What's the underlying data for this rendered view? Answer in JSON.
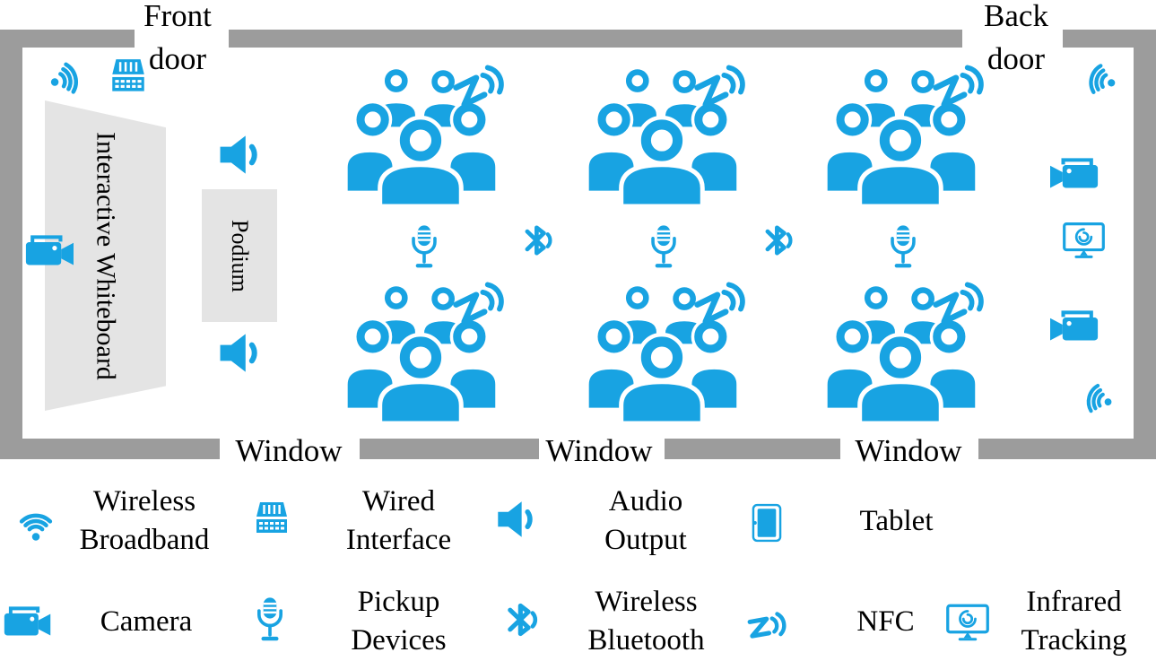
{
  "colors": {
    "accent": "#18a3e2",
    "wall": "#9c9c9c",
    "panel": "#e4e4e4",
    "text": "#000000"
  },
  "room": {
    "front_door_label": "Front door",
    "back_door_label": "Back door",
    "whiteboard_label": "Interactive Whiteboard",
    "podium_label": "Podium",
    "window_labels": [
      "Window",
      "Window",
      "Window"
    ],
    "audience_groups": 6,
    "devices": {
      "wireless_broadband": 3,
      "wired_interface": 1,
      "audio_output_speakers": 2,
      "cameras": 3,
      "pickup_microphones": 3,
      "wireless_bluetooth": 2,
      "infrared_tracking": 1,
      "nfc": 6
    }
  },
  "legend": {
    "rows": [
      [
        {
          "icon": "wifi-icon",
          "label": "Wireless Broadband"
        },
        {
          "icon": "wired-interface-icon",
          "label": "Wired Interface"
        },
        {
          "icon": "speaker-icon",
          "label": "Audio Output"
        },
        {
          "icon": "tablet-icon",
          "label": "Tablet"
        }
      ],
      [
        {
          "icon": "camera-icon",
          "label": "Camera"
        },
        {
          "icon": "microphone-icon",
          "label": "Pickup Devices"
        },
        {
          "icon": "bluetooth-icon",
          "label": "Wireless Bluetooth"
        },
        {
          "icon": "nfc-icon",
          "label": "NFC"
        },
        {
          "icon": "infrared-monitor-icon",
          "label": "Infrared Tracking"
        }
      ]
    ]
  }
}
